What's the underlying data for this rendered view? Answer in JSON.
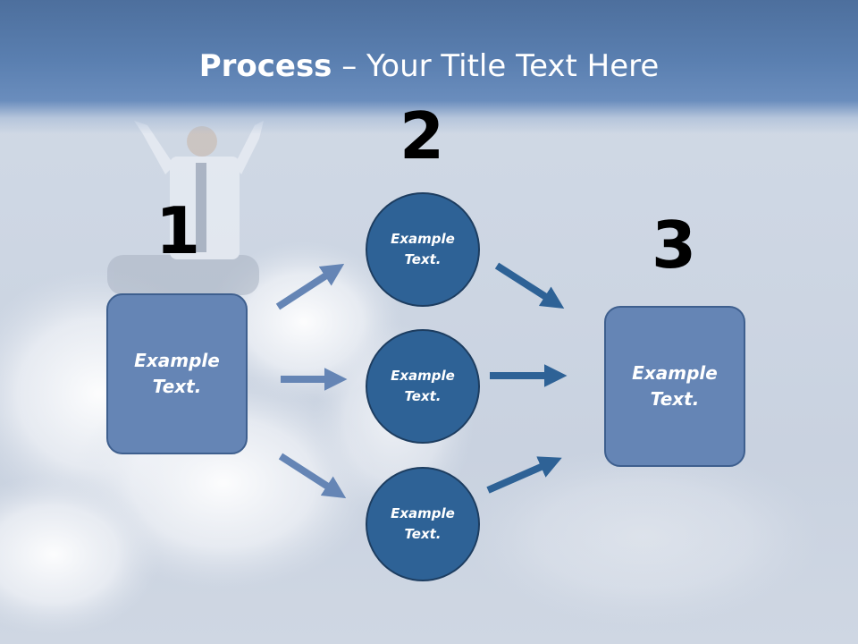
{
  "title": {
    "bold": "Process",
    "rest": " – Your Title Text Here"
  },
  "steps": {
    "step1": {
      "number": "1",
      "text": "Example\nText."
    },
    "step2": {
      "number": "2"
    },
    "step3": {
      "number": "3",
      "text": "Example\nText."
    }
  },
  "circles": [
    {
      "text": "Example\nText."
    },
    {
      "text": "Example\nText."
    },
    {
      "text": "Example\nText."
    }
  ],
  "colors": {
    "box_fill": "#6585b5",
    "circle_fill": "#2e6296",
    "left_arrows": "#6585b5",
    "right_arrows": "#2e6296",
    "banner": "#5a7fb0"
  }
}
